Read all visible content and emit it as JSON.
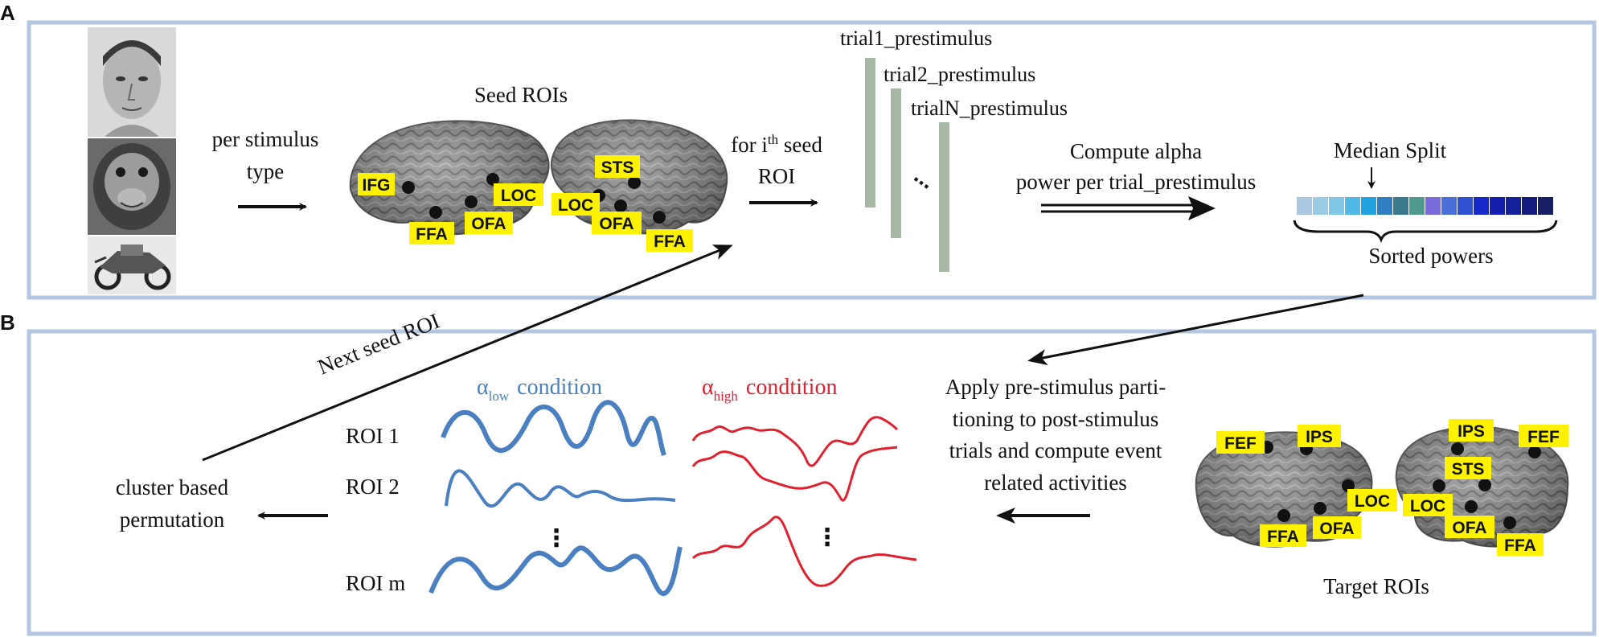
{
  "panels": {
    "a": {
      "letter": "A"
    },
    "b": {
      "letter": "B"
    }
  },
  "colors": {
    "panel_border": "#b4c6e2",
    "roi_highlight": "#fff200",
    "trial_bar": "#a7b8a6",
    "low_condition": "#4a7fc1",
    "high_condition": "#e0202e",
    "brain": "#7d7d7d",
    "power_scale": [
      "#a9c7e0",
      "#99cbe4",
      "#7fc7e4",
      "#4fb8e6",
      "#22a3df",
      "#2f7fc2",
      "#3a7a8c",
      "#4f9a8f",
      "#7a6bdc",
      "#4a6fd6",
      "#2f52d0",
      "#1628c8",
      "#141fb1",
      "#14209a",
      "#141c7f",
      "#172064"
    ]
  },
  "icons": {
    "stimuli": [
      "human-face-image",
      "monkey-face-image",
      "motorcycle-image"
    ]
  },
  "text": {
    "per_stimulus_line1": "per stimulus",
    "per_stimulus_line2": "type",
    "seed_rois": "Seed ROIs",
    "for_seed_line1_pre": "for i",
    "for_seed_line1_sup": "th",
    "for_seed_line1_post": " seed",
    "for_seed_line2": "ROI",
    "trial1": "trial1_prestimulus",
    "trial2": "trial2_prestimulus",
    "trialN": "trialN_prestimulus",
    "dots": "...",
    "compute_line1": "Compute alpha",
    "compute_line2": "power per trial_prestimulus",
    "median_split": "Median Split",
    "sorted_powers": "Sorted powers",
    "next_seed": "Next seed ROI",
    "apply_line1": "Apply pre-stimulus parti-",
    "apply_line2": "tioning to post-stimulus",
    "apply_line3": "trials and compute event",
    "apply_line4": "related activities",
    "target_rois": "Target ROIs",
    "cluster_line1": "cluster based",
    "cluster_line2": "permutation",
    "roi1": "ROI 1",
    "roi2": "ROI 2",
    "roim": "ROI m",
    "alpha": "α",
    "low_sub": "low",
    "low_cond": "condition",
    "high_sub": "high",
    "high_cond": "condtition",
    "vdots": "⋮"
  },
  "seed_rois": {
    "left": [
      "IFG",
      "LOC",
      "FFA",
      "OFA"
    ],
    "right": [
      "STS",
      "LOC",
      "OFA",
      "FFA"
    ]
  },
  "target_rois": {
    "left": [
      "FEF",
      "IPS",
      "LOC",
      "FFA",
      "OFA"
    ],
    "right": [
      "IPS",
      "FEF",
      "STS",
      "LOC",
      "OFA",
      "FFA"
    ]
  }
}
